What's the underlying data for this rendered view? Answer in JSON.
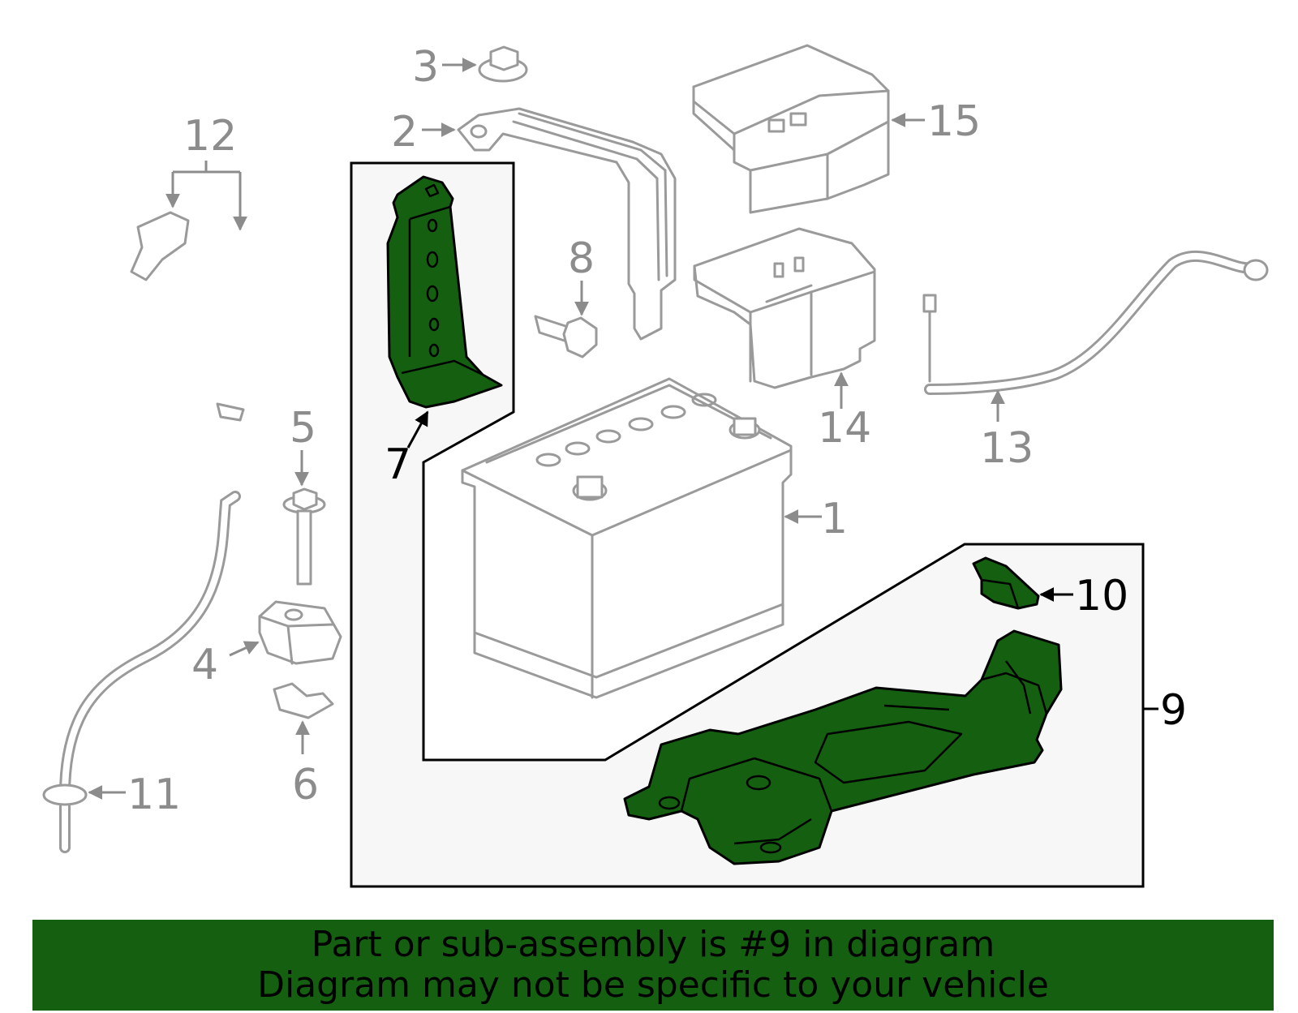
{
  "diagram": {
    "callouts": [
      "1",
      "2",
      "3",
      "4",
      "5",
      "6",
      "7",
      "8",
      "9",
      "10",
      "11",
      "12",
      "13",
      "14",
      "15"
    ],
    "highlight_color": "#146010",
    "highlighted_parts": [
      "7",
      "9",
      "10"
    ],
    "line_color": "#9a9a9a"
  },
  "banner": {
    "line1": "Part or sub-assembly is #9 in diagram",
    "line2": "Diagram may not be specific to your vehicle",
    "background": "#146010"
  }
}
